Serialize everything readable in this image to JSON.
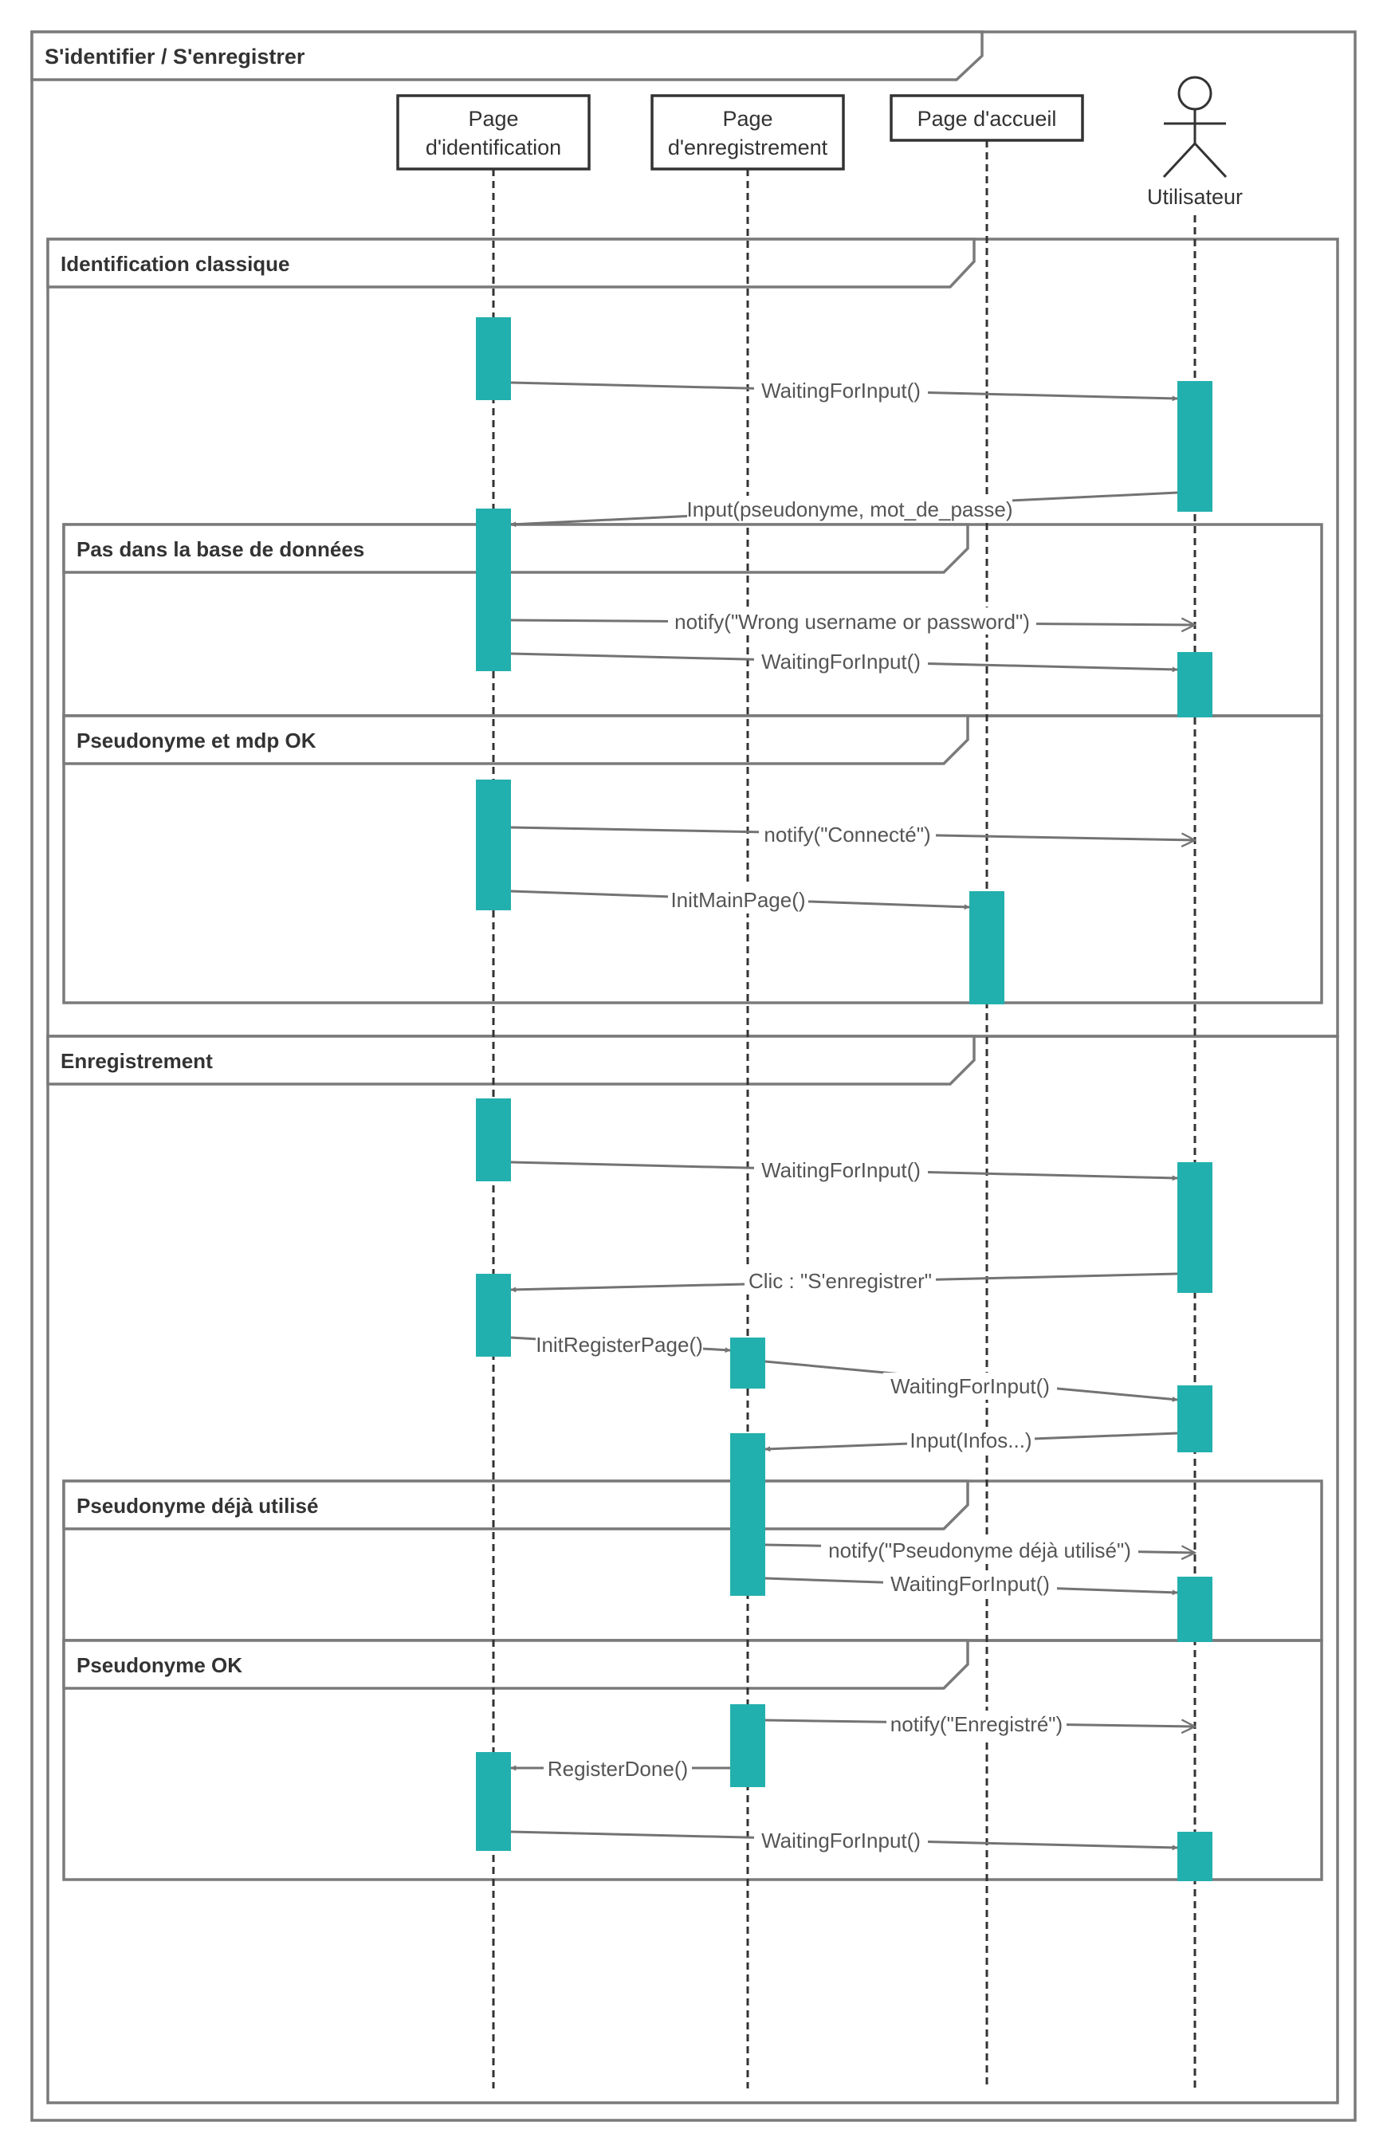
{
  "outer_frame": {
    "title": "S'identifier / S'enregistrer"
  },
  "lifelines": [
    {
      "id": "page_identification",
      "kind": "box",
      "label_lines": [
        "Page",
        "d'identification"
      ]
    },
    {
      "id": "page_enregistrement",
      "kind": "box",
      "label_lines": [
        "Page",
        "d'enregistrement"
      ]
    },
    {
      "id": "page_accueil",
      "kind": "box",
      "label_lines": [
        "Page d'accueil"
      ]
    },
    {
      "id": "utilisateur",
      "kind": "actor",
      "label_lines": [
        "Utilisateur"
      ]
    }
  ],
  "fragments": [
    {
      "id": "identification_classique",
      "title": "Identification classique"
    },
    {
      "id": "pas_dans_base",
      "title": "Pas dans la base de données"
    },
    {
      "id": "pseudo_mdp_ok",
      "title": "Pseudonyme et mdp OK"
    },
    {
      "id": "enregistrement",
      "title": "Enregistrement"
    },
    {
      "id": "pseudo_deja_utilise",
      "title": "Pseudonyme déjà utilisé"
    },
    {
      "id": "pseudo_ok",
      "title": "Pseudonyme OK"
    }
  ],
  "messages": [
    {
      "id": "m1",
      "label": "WaitingForInput()",
      "from": "page_identification",
      "to": "utilisateur",
      "arrow": "filled"
    },
    {
      "id": "m2",
      "label": "Input(pseudonyme, mot_de_passe)",
      "from": "utilisateur",
      "to": "page_identification",
      "arrow": "filled"
    },
    {
      "id": "m3",
      "label": "notify(\"Wrong username or password\")",
      "from": "page_identification",
      "to": "utilisateur",
      "arrow": "open"
    },
    {
      "id": "m4",
      "label": "WaitingForInput()",
      "from": "page_identification",
      "to": "utilisateur",
      "arrow": "filled"
    },
    {
      "id": "m5",
      "label": "notify(\"Connecté\")",
      "from": "page_identification",
      "to": "utilisateur",
      "arrow": "open"
    },
    {
      "id": "m6",
      "label": "InitMainPage()",
      "from": "page_identification",
      "to": "page_accueil",
      "arrow": "filled"
    },
    {
      "id": "m7",
      "label": "WaitingForInput()",
      "from": "page_identification",
      "to": "utilisateur",
      "arrow": "filled"
    },
    {
      "id": "m8",
      "label": "Clic : \"S'enregistrer\"",
      "from": "utilisateur",
      "to": "page_identification",
      "arrow": "filled"
    },
    {
      "id": "m9",
      "label": "InitRegisterPage()",
      "from": "page_identification",
      "to": "page_enregistrement",
      "arrow": "filled"
    },
    {
      "id": "m10",
      "label": "WaitingForInput()",
      "from": "page_enregistrement",
      "to": "utilisateur",
      "arrow": "filled"
    },
    {
      "id": "m11",
      "label": "Input(Infos...)",
      "from": "utilisateur",
      "to": "page_enregistrement",
      "arrow": "filled"
    },
    {
      "id": "m12",
      "label": "notify(\"Pseudonyme déjà utilisé\")",
      "from": "page_enregistrement",
      "to": "utilisateur",
      "arrow": "open"
    },
    {
      "id": "m13",
      "label": "WaitingForInput()",
      "from": "page_enregistrement",
      "to": "utilisateur",
      "arrow": "filled"
    },
    {
      "id": "m14",
      "label": "notify(\"Enregistré\")",
      "from": "page_enregistrement",
      "to": "utilisateur",
      "arrow": "open"
    },
    {
      "id": "m15",
      "label": "RegisterDone()",
      "from": "page_enregistrement",
      "to": "page_identification",
      "arrow": "filled"
    },
    {
      "id": "m16",
      "label": "WaitingForInput()",
      "from": "page_identification",
      "to": "utilisateur",
      "arrow": "filled"
    }
  ],
  "colors": {
    "activation": "#22b0ae",
    "frame_border": "#7a7a7a",
    "lifeline": "#333333",
    "message_line": "#737373",
    "text": "#333333"
  }
}
